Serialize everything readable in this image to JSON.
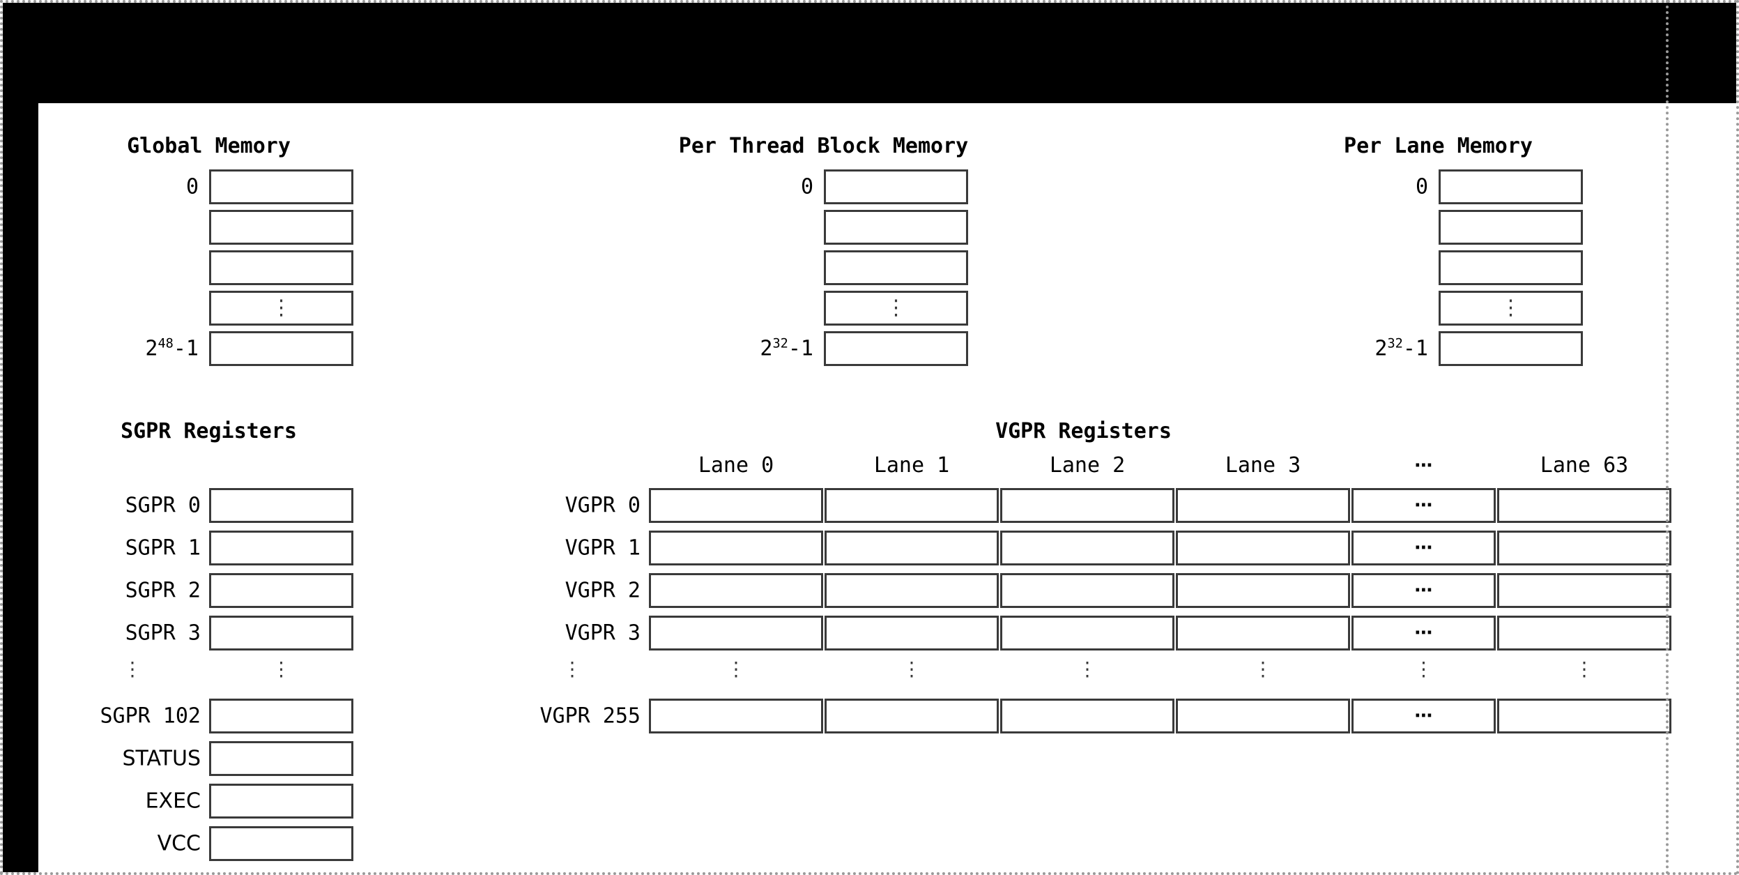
{
  "figure": {
    "title_hidden": "",
    "background_color": "#ffffff",
    "line_color": "#3a3a3a",
    "text_color": "#000000",
    "letterbox_color": "#000000",
    "dotted_border_color": "#9a9a9a"
  },
  "memory_sections": [
    {
      "id": "global-memory",
      "title": "Global Memory",
      "first_label": "0",
      "last_label_base": "2",
      "last_label_exp": "48",
      "last_label_tail": "-1",
      "rows": 5,
      "ellipsis_row_index": 3,
      "ellipsis_glyph": "⋮"
    },
    {
      "id": "per-thread-block-memory",
      "title": "Per Thread Block Memory",
      "first_label": "0",
      "last_label_base": "2",
      "last_label_exp": "32",
      "last_label_tail": "-1",
      "rows": 5,
      "ellipsis_row_index": 3,
      "ellipsis_glyph": "⋮"
    },
    {
      "id": "per-lane-memory",
      "title": "Per Lane Memory",
      "first_label": "0",
      "last_label_base": "2",
      "last_label_exp": "32",
      "last_label_tail": "-1",
      "rows": 5,
      "ellipsis_row_index": 3,
      "ellipsis_glyph": "⋮"
    }
  ],
  "sgpr": {
    "title": "SGPR Registers",
    "rows": [
      {
        "label": "SGPR 0",
        "type": "cell"
      },
      {
        "label": "SGPR 1",
        "type": "cell"
      },
      {
        "label": "SGPR 2",
        "type": "cell"
      },
      {
        "label": "SGPR 3",
        "type": "cell"
      },
      {
        "label": "⋮",
        "type": "ellipsis"
      },
      {
        "label": "SGPR 102",
        "type": "cell"
      },
      {
        "label": "STATUS",
        "type": "cell"
      },
      {
        "label": "EXEC",
        "type": "cell"
      },
      {
        "label": "VCC",
        "type": "cell"
      }
    ],
    "ellipsis_glyph": "⋮"
  },
  "vgpr": {
    "title": "VGPR Registers",
    "columns": [
      {
        "label": "Lane 0",
        "kind": "lane",
        "wide": true
      },
      {
        "label": "Lane 1",
        "kind": "lane",
        "wide": true
      },
      {
        "label": "Lane 2",
        "kind": "lane",
        "wide": true
      },
      {
        "label": "Lane 3",
        "kind": "lane",
        "wide": true
      },
      {
        "label": "⋯",
        "kind": "ellipsis",
        "wide": false
      },
      {
        "label": "Lane 63",
        "kind": "lane",
        "wide": true
      }
    ],
    "rows": [
      {
        "label": "VGPR 0",
        "type": "cells"
      },
      {
        "label": "VGPR 1",
        "type": "cells"
      },
      {
        "label": "VGPR 2",
        "type": "cells"
      },
      {
        "label": "VGPR 3",
        "type": "cells"
      },
      {
        "label": "⋮",
        "type": "ellipsis"
      },
      {
        "label": "VGPR 255",
        "type": "cells"
      }
    ],
    "cell_ellipsis_glyph": "⋯",
    "row_ellipsis_glyph": "⋮"
  }
}
